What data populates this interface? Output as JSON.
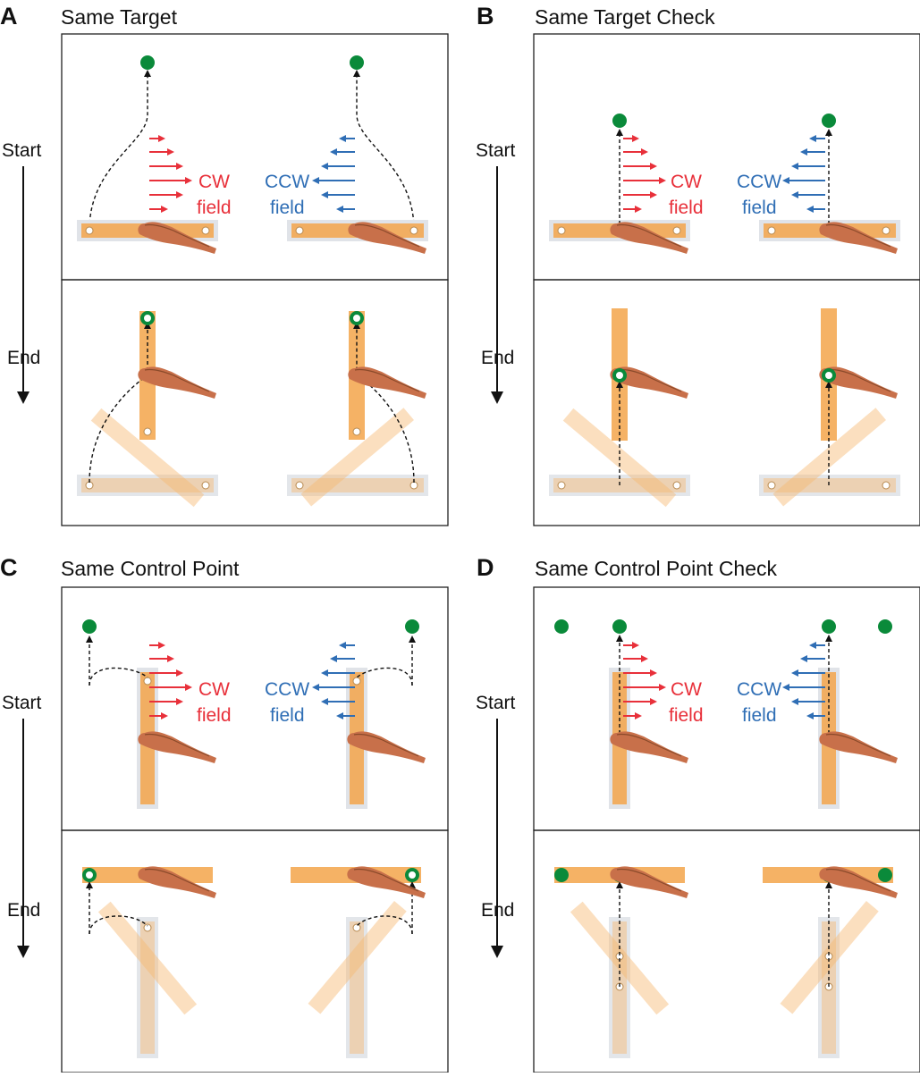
{
  "colors": {
    "cw": "#e8303a",
    "ccw": "#2f6eb5",
    "target": "#0a8a3a",
    "bar": "#f3a44a",
    "bar_shadow": "#e0e3e8"
  },
  "side_labels": {
    "start": "Start",
    "end": "End"
  },
  "panels": [
    {
      "letter": "A",
      "title": "Same Target",
      "cw_line1": "CW",
      "cw_line2": "field",
      "ccw_line1": "CCW",
      "ccw_line2": "field"
    },
    {
      "letter": "B",
      "title": "Same Target Check",
      "cw_line1": "CW",
      "cw_line2": "field",
      "ccw_line1": "CCW",
      "ccw_line2": "field"
    },
    {
      "letter": "C",
      "title": "Same Control Point",
      "cw_line1": "CW",
      "cw_line2": "field",
      "ccw_line1": "CCW",
      "ccw_line2": "field"
    },
    {
      "letter": "D",
      "title": "Same Control Point Check",
      "cw_line1": "CW",
      "cw_line2": "field",
      "ccw_line1": "CCW",
      "ccw_line2": "field"
    }
  ],
  "icons": [
    "hand-icon",
    "target-dot-icon",
    "force-arrow-icon"
  ]
}
